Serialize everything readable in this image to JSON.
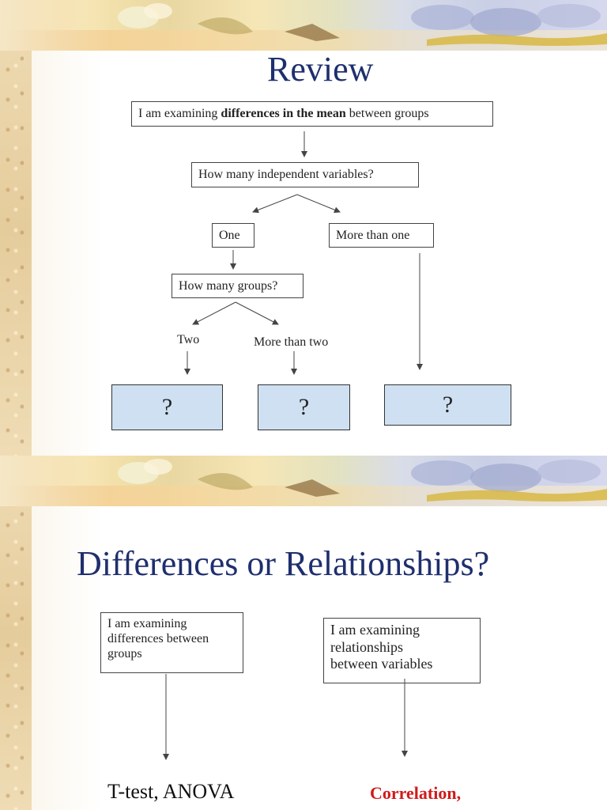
{
  "slide1": {
    "title": "Review",
    "root": {
      "prefix": "I am examining ",
      "bold": "differences in the mean",
      "suffix": " between groups"
    },
    "q_independent": "How many independent variables?",
    "one": "One",
    "more_than_one": "More than one",
    "q_groups": "How many groups?",
    "two": "Two",
    "more_than_two": "More than two",
    "answers": [
      "?",
      "?",
      "?"
    ]
  },
  "slide2": {
    "title": "Differences or Relationships?",
    "left_box": [
      "I am examining",
      "differences between",
      "groups"
    ],
    "right_box": [
      "I am examining",
      "relationships",
      "between variables"
    ],
    "left_result": "T-test, ANOVA",
    "right_result": "Correlation,"
  },
  "colors": {
    "title": "#1f2f6e",
    "answer_box": "#cfe0f2",
    "highlight": "#d11a1a"
  }
}
